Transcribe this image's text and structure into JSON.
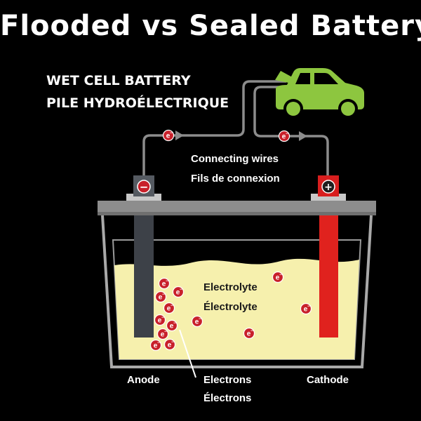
{
  "title": "Flooded vs Sealed Battery",
  "heading_line1": "WET CELL BATTERY",
  "heading_line2": "PILE HYDROÉLECTRIQUE",
  "wires_label_en": "Connecting wires",
  "wires_label_fr": "Fils de connexion",
  "electrolyte_label_en": "Electrolyte",
  "electrolyte_label_fr": "Électrolyte",
  "anode_label": "Anode",
  "cathode_label": "Cathode",
  "electrons_label_en": "Electrons",
  "electrons_label_fr": "Électrons",
  "negative_symbol": "−",
  "positive_symbol": "+",
  "electron_symbol": "e",
  "electron_sign": "−",
  "icons": [
    "car-icon",
    "electron-icon",
    "arrow-icon"
  ],
  "colors": {
    "background": "#000000",
    "electrolyte": "#f6f0ad",
    "anode": "#3d4148",
    "cathode": "#e0221e",
    "car": "#8dc63f",
    "wire": "#8c8c8c",
    "electron": "#c8202a"
  }
}
